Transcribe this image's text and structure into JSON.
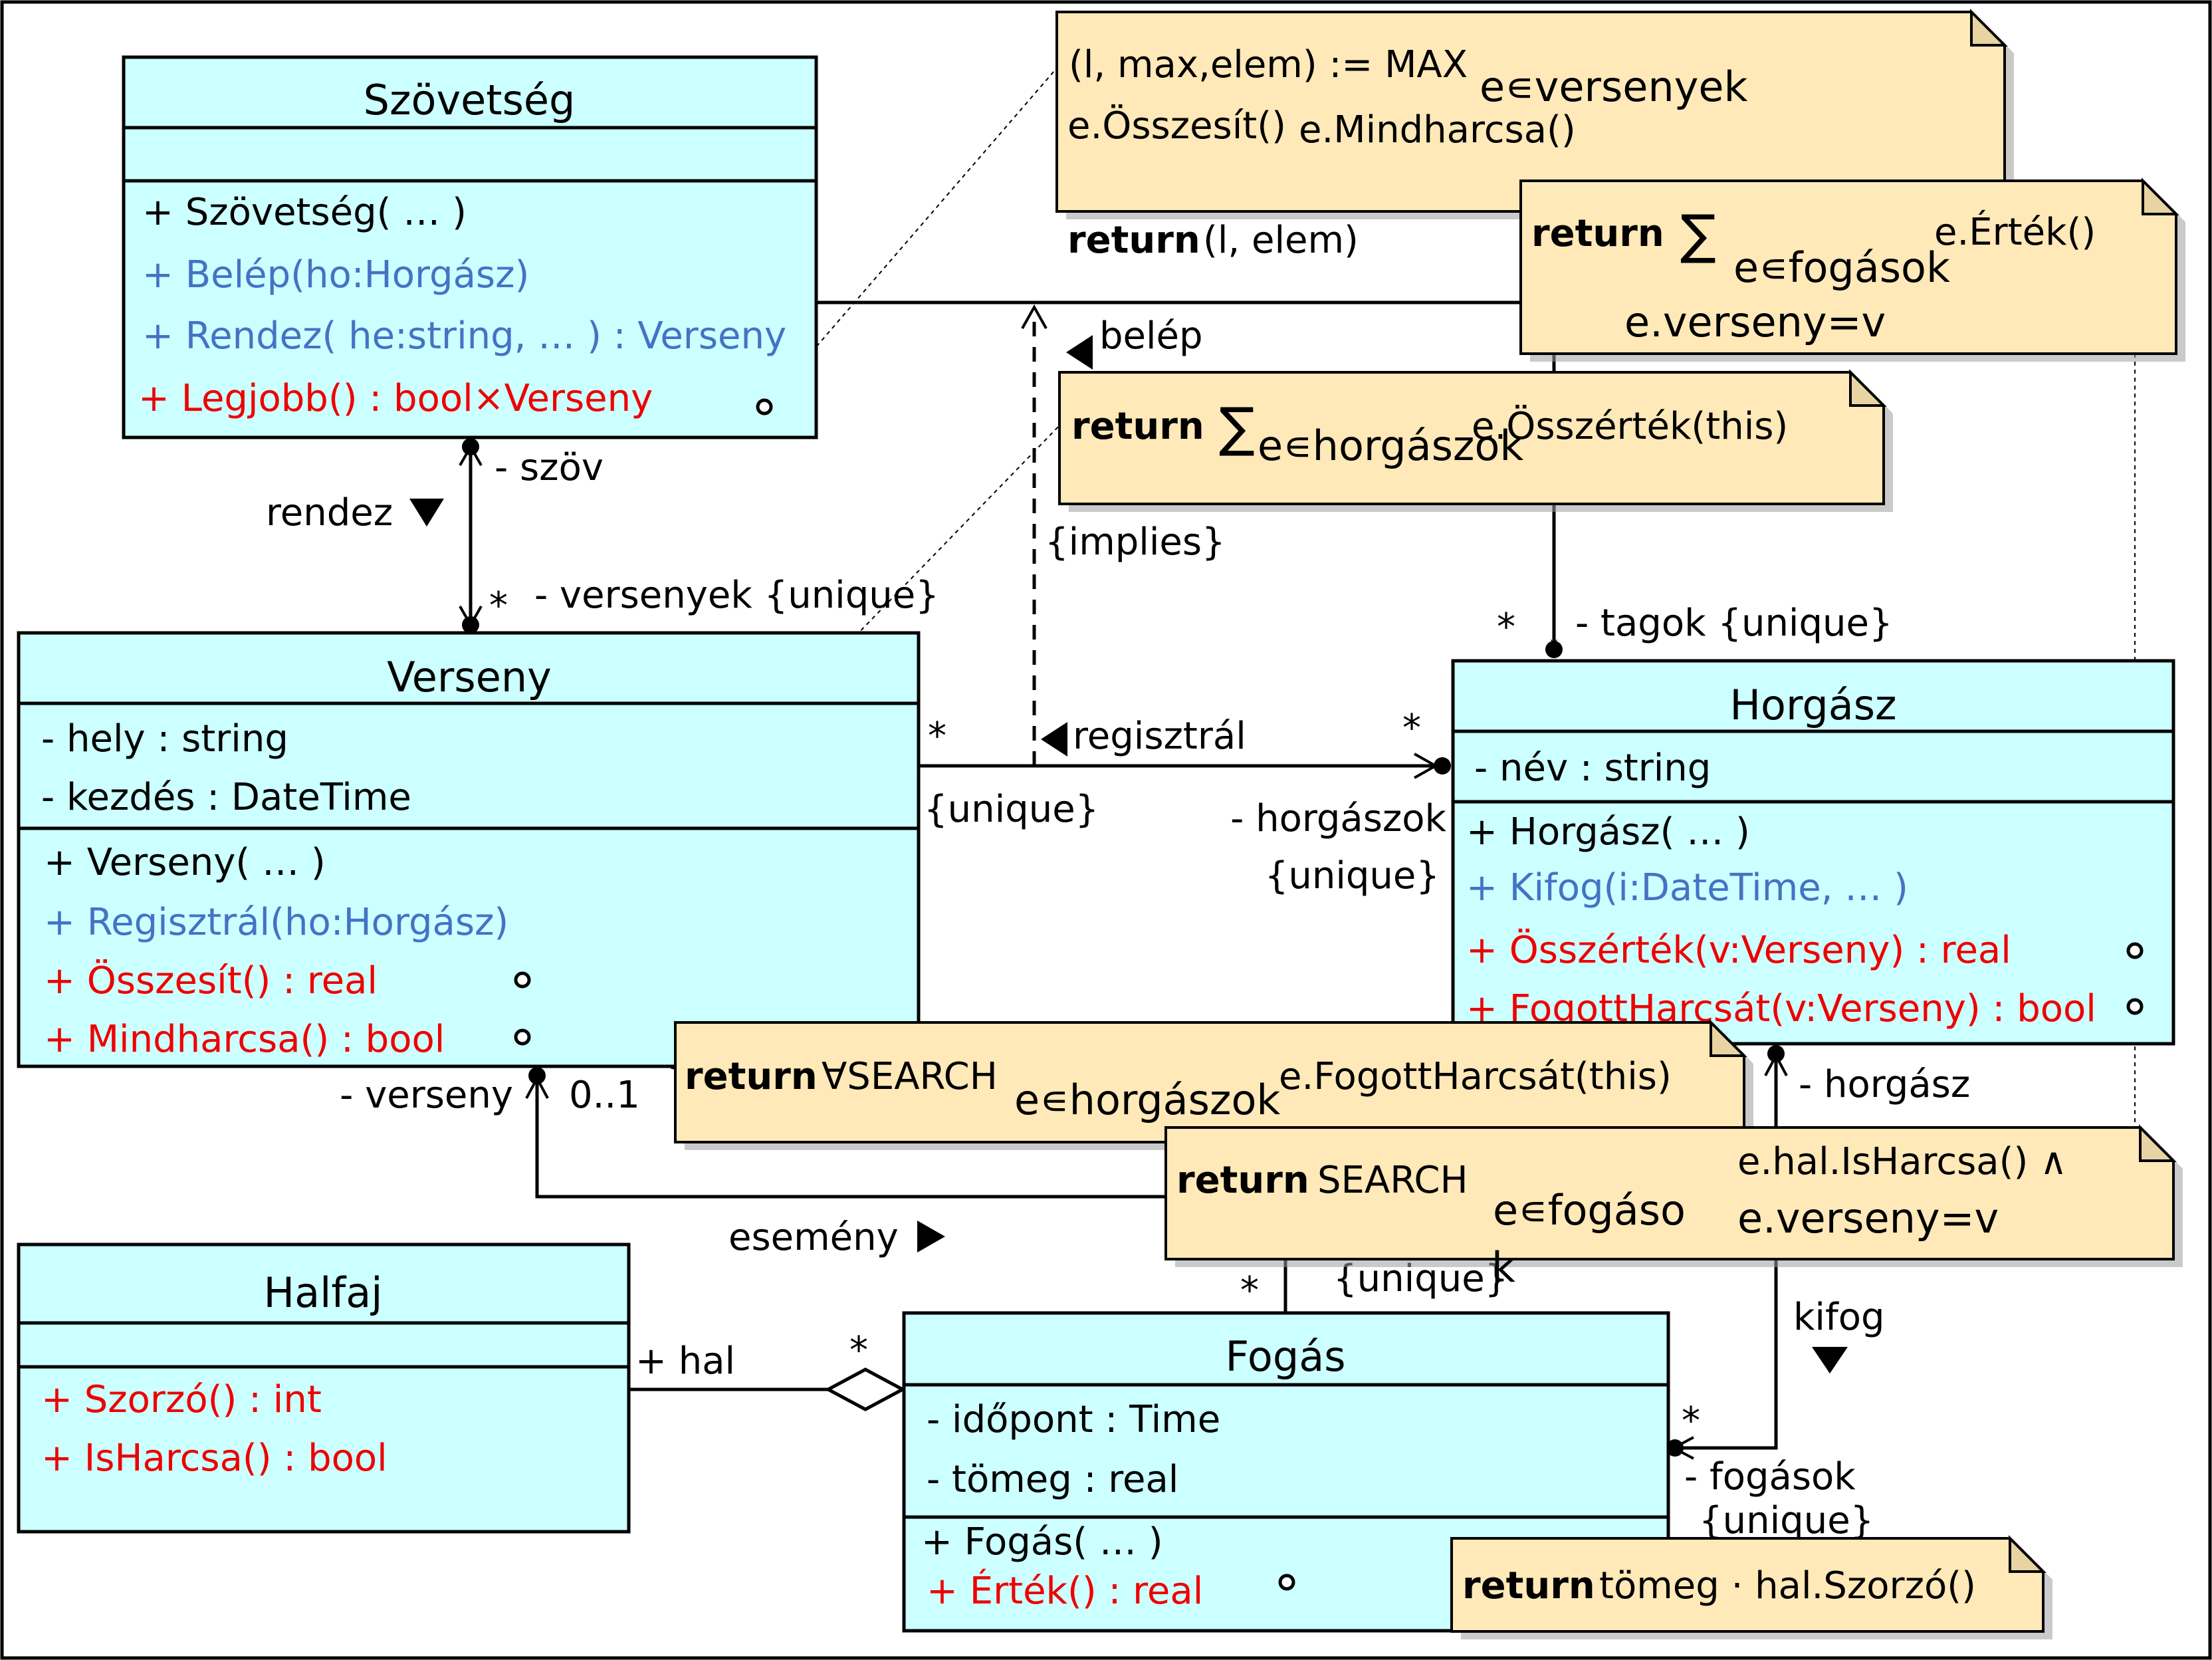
{
  "classes": {
    "szovetseg": {
      "name": "Szövetség",
      "members": [
        {
          "text": "+ Szövetség( … )",
          "color": "black"
        },
        {
          "text": "+ Belép(ho:Horgász)",
          "color": "blue"
        },
        {
          "text": "+ Rendez( he:string, … ) : Verseny",
          "color": "blue"
        },
        {
          "text": "+ Legjobb() : bool×Verseny",
          "color": "red"
        }
      ]
    },
    "verseny": {
      "name": "Verseny",
      "attributes": [
        "- hely : string",
        "- kezdés : DateTime"
      ],
      "members": [
        {
          "text": "+ Verseny( … )",
          "color": "black"
        },
        {
          "text": "+ Regisztrál(ho:Horgász)",
          "color": "blue"
        },
        {
          "text": "+ Összesít() : real",
          "color": "red"
        },
        {
          "text": "+ Mindharcsa() : bool",
          "color": "red"
        }
      ]
    },
    "horgasz": {
      "name": "Horgász",
      "attributes": [
        "- név : string"
      ],
      "members": [
        {
          "text": "+ Horgász( … )",
          "color": "black"
        },
        {
          "text": "+ Kifog(i:DateTime, … )",
          "color": "blue"
        },
        {
          "text": "+ Összérték(v:Verseny) : real",
          "color": "red"
        },
        {
          "text": "+ FogottHarcsát(v:Verseny) : bool",
          "color": "red"
        }
      ]
    },
    "halfaj": {
      "name": "Halfaj",
      "members": [
        {
          "text": "+ Szorzó() : int",
          "color": "red"
        },
        {
          "text": "+ IsHarcsa() : bool",
          "color": "red"
        }
      ]
    },
    "fogas": {
      "name": "Fogás",
      "attributes": [
        "- időpont : Time",
        "- tömeg : real"
      ],
      "members": [
        {
          "text": "+ Fogás( … )",
          "color": "black"
        },
        {
          "text": "+ Érték() : real",
          "color": "red"
        }
      ]
    }
  },
  "labels": {
    "szov": "- szöv",
    "rendez": "rendez",
    "versenyek_star": "*",
    "versenyek": "- versenyek {unique}",
    "implies": "{implies}",
    "belep": "belép",
    "tagok_star": "*",
    "tagok": "- tagok {unique}",
    "regisztral_star_left": "*",
    "regisztral": "regisztrál",
    "regisztral_star_right": "*",
    "unique_left": "{unique}",
    "horgaszok": "- horgászok",
    "horgaszok_unique": "{unique}",
    "verseny_role": "- verseny",
    "verseny_mult": "0..1",
    "esemeny": "esemény",
    "horgasz_role": "- horgász",
    "kifog": "kifog",
    "fogas_star_top": "*",
    "fogas_unique_top": "{unique}",
    "hal": "+ hal",
    "hal_star": "*",
    "fogasok_star": "*",
    "fogasok": "- fogások",
    "fogasok_unique": "{unique}"
  },
  "notes": {
    "legjobb": {
      "line1": "(l, max,elem) := MAX",
      "line1_sub": "e∊versenyek",
      "line2a": "e.Összesít()",
      "line2b": "e.Mindharcsa()",
      "line3_kw": "return",
      "line3": "(l, elem)"
    },
    "osszesit": {
      "kw": "return",
      "sigma": "∑",
      "sub": "e∊horgászok",
      "expr": "e.Összérték(this)"
    },
    "osszertek": {
      "kw": "return",
      "sigma": "∑",
      "sub": "e∊fogások",
      "expr": "e.Érték()",
      "cond": "e.verseny=v"
    },
    "mindharcsa": {
      "kw": "return",
      "op": "∀SEARCH",
      "sub": "e∊horgászok",
      "expr": "e.FogottHarcsát(this)"
    },
    "fogottharcsat": {
      "kw": "return",
      "op": "SEARCH",
      "sub1": "e∊fogáso",
      "sub2": "k",
      "expr": "e.hal.IsHarcsa() ∧",
      "cond": "e.verseny=v"
    },
    "ertek": {
      "kw": "return",
      "expr": "tömeg · hal.Szorzó()"
    }
  }
}
